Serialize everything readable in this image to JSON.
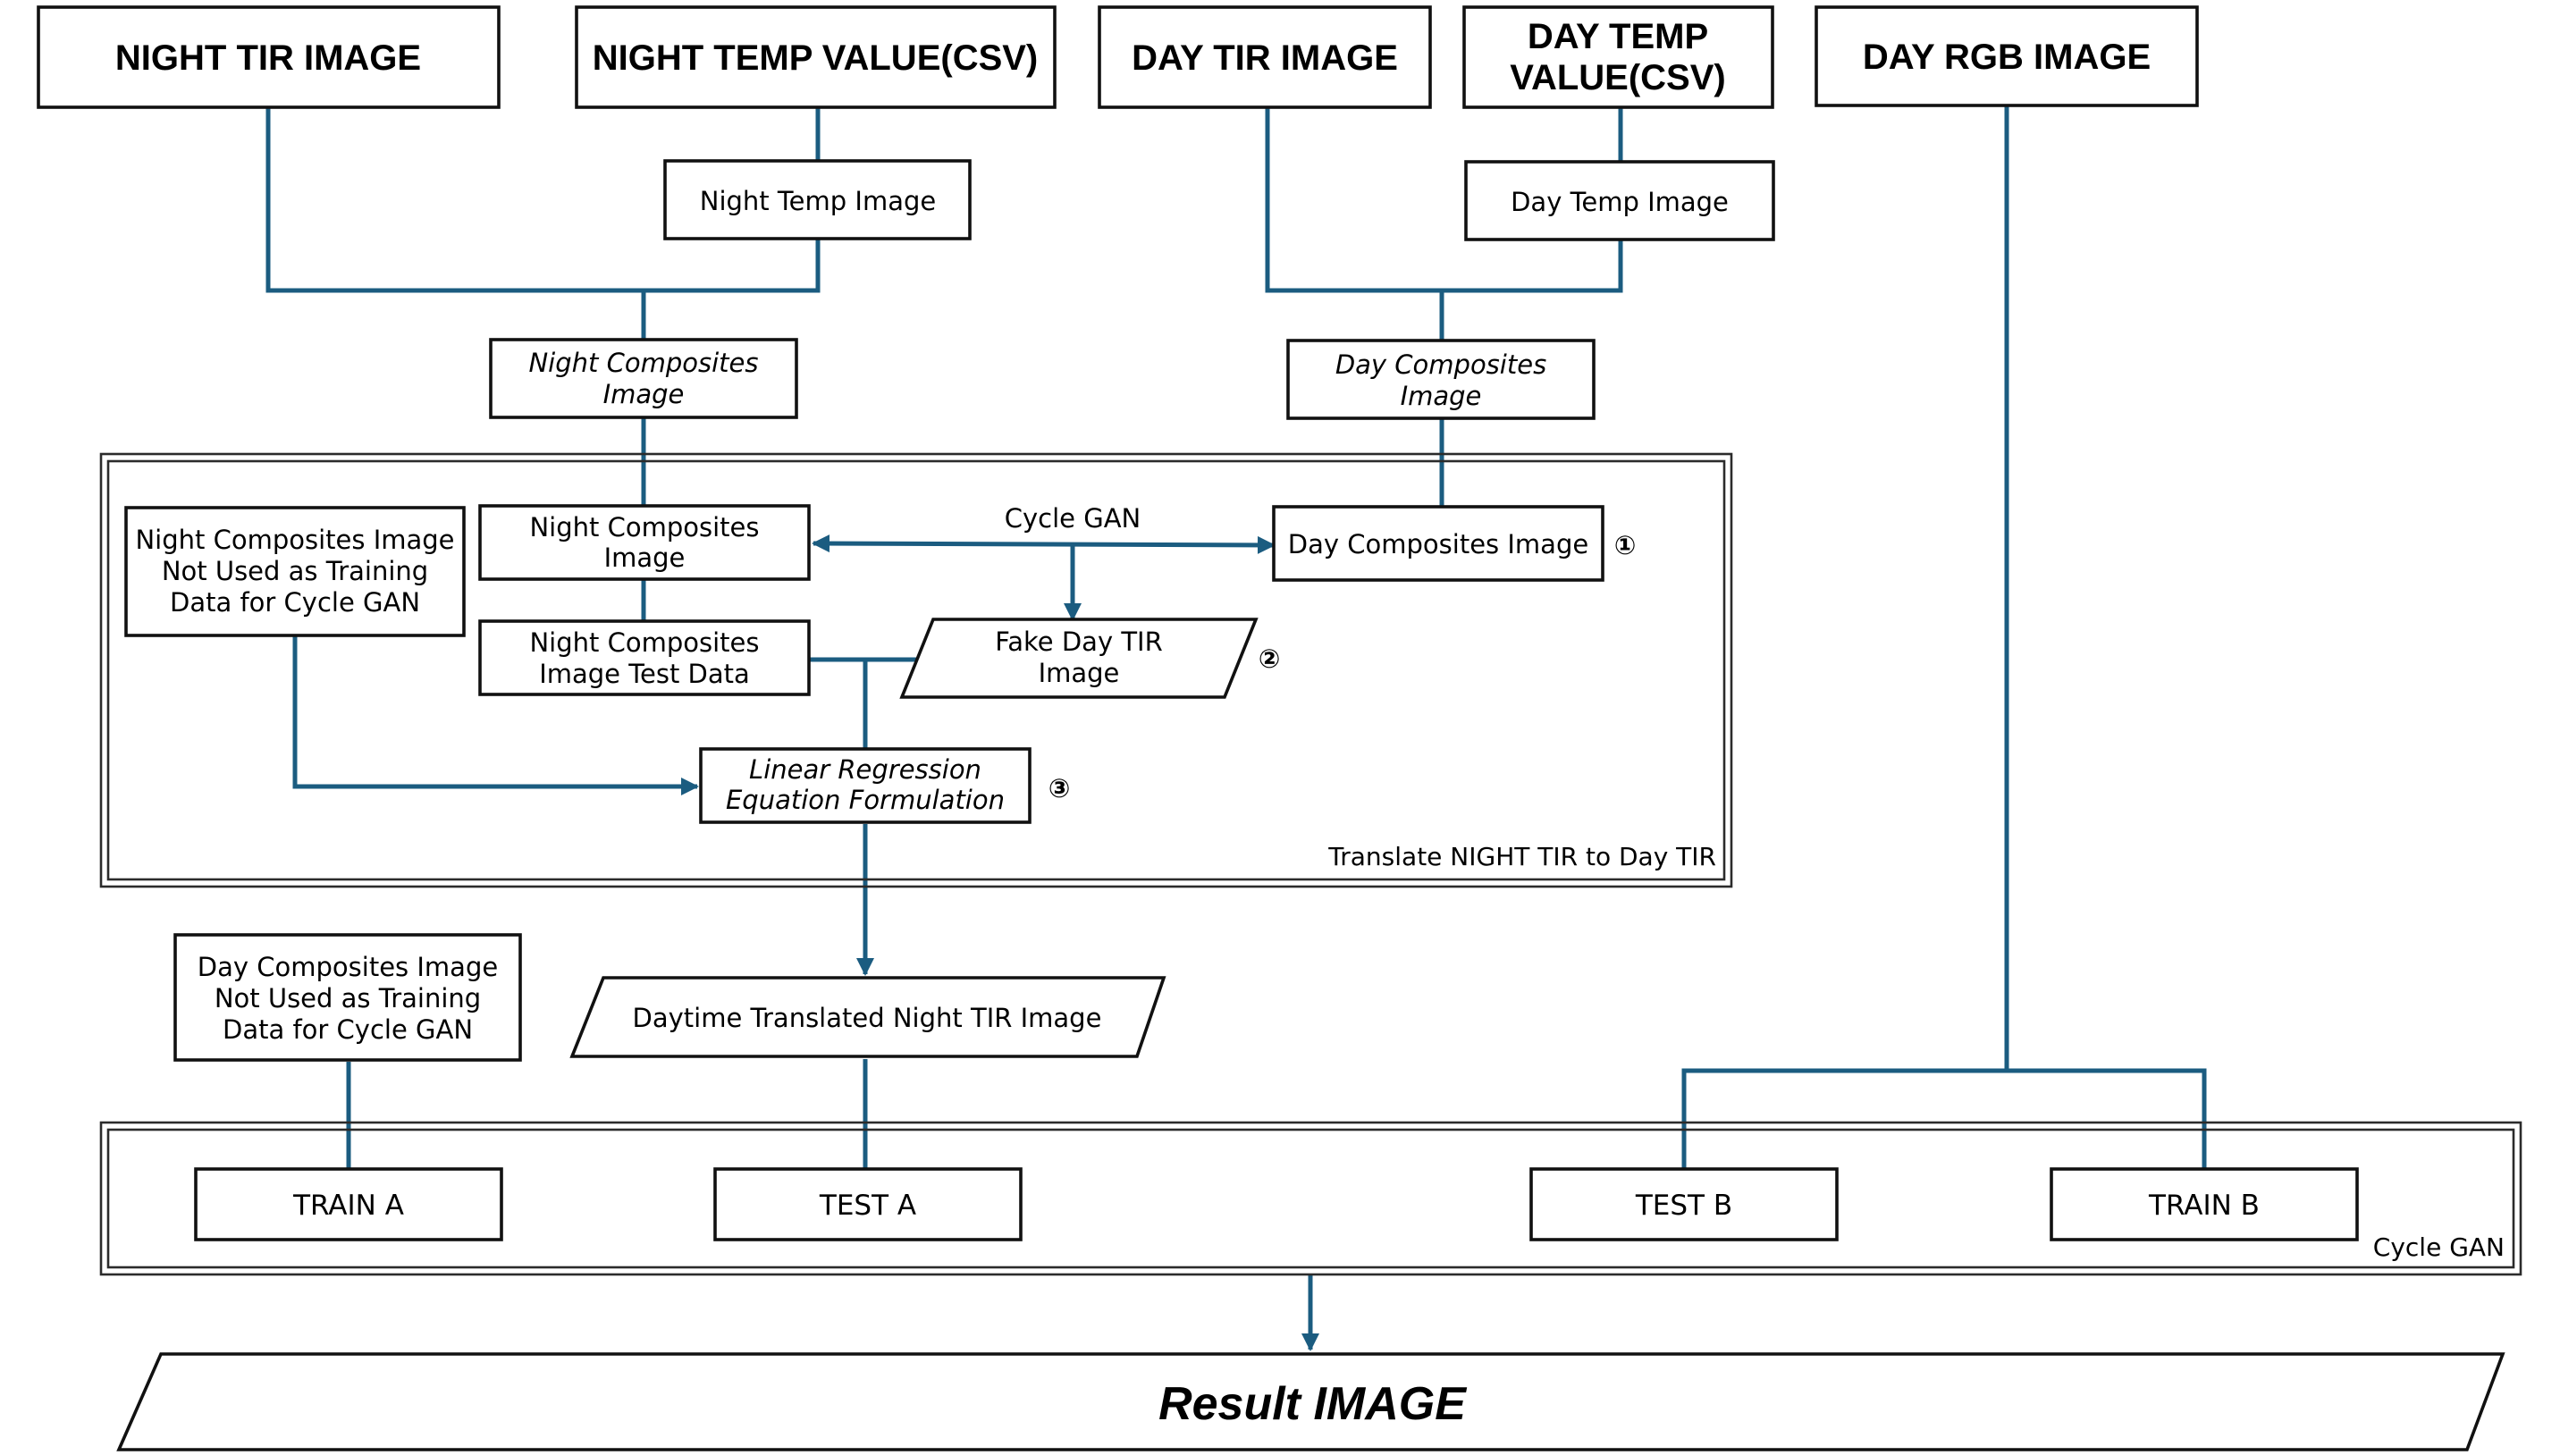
{
  "inputs": {
    "night_tir": "NIGHT TIR IMAGE",
    "night_temp_csv": "NIGHT TEMP VALUE(CSV)",
    "day_tir": "DAY TIR IMAGE",
    "day_temp_csv_line1": "DAY TEMP",
    "day_temp_csv_line2": "VALUE(CSV)",
    "day_rgb": "DAY RGB IMAGE"
  },
  "intermediate": {
    "night_temp_image": "Night Temp Image",
    "day_temp_image": "Day Temp Image",
    "night_composites_line1": "Night Composites",
    "night_composites_line2": "Image",
    "day_composites_line1": "Day Composites",
    "day_composites_line2": "Image"
  },
  "translate_section": {
    "label": "Translate NIGHT TIR to Day TIR",
    "not_used_night_line1": "Night Composites Image",
    "not_used_night_line2": "Not Used as Training",
    "not_used_night_line3": "Data for Cycle GAN",
    "night_comp_line1": "Night Composites",
    "night_comp_line2": "Image",
    "cycle_gan_label": "Cycle GAN",
    "day_comp": "Day Composites Image",
    "marker_1": "①",
    "night_test_line1": "Night Composites",
    "night_test_line2": "Image Test Data",
    "fake_day_line1": "Fake Day TIR",
    "fake_day_line2": "Image",
    "marker_2": "②",
    "linreg_line1": "Linear Regression",
    "linreg_line2": "Equation Formulation",
    "marker_3": "③"
  },
  "translated": {
    "daytime_translated": "Daytime Translated Night TIR Image",
    "not_used_day_line1": "Day Composites Image",
    "not_used_day_line2": "Not Used as Training",
    "not_used_day_line3": "Data for Cycle GAN"
  },
  "cyclegan_section": {
    "label": "Cycle GAN",
    "train_a": "TRAIN A",
    "test_a": "TEST A",
    "test_b": "TEST B",
    "train_b": "TRAIN B"
  },
  "result": "Result IMAGE",
  "colors": {
    "connector": "#1b5c80",
    "box_stroke": "#111111"
  }
}
